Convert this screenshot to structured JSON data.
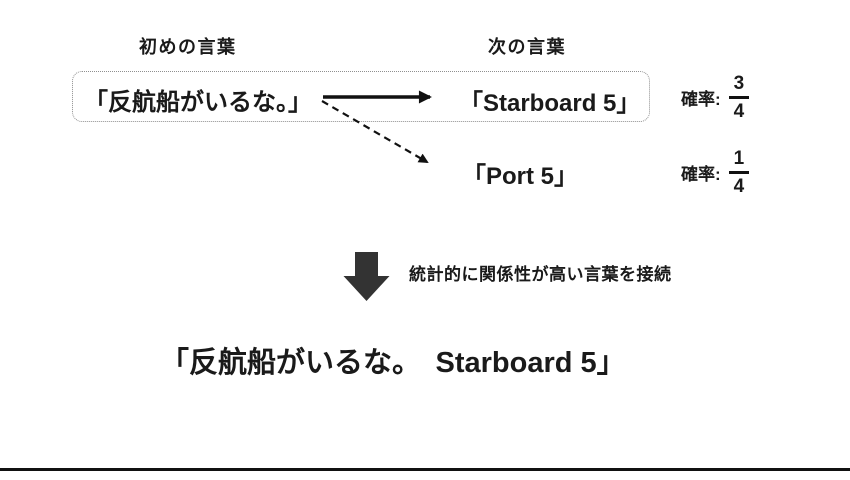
{
  "diagram": {
    "column_labels": {
      "first": "初めの言葉",
      "next": "次の言葉"
    },
    "first_word": "「反航船がいるな。」",
    "candidates": [
      {
        "word": "「Starboard 5」",
        "prob_label": "確率:",
        "numerator": "3",
        "denominator": "4"
      },
      {
        "word": "「Port 5」",
        "prob_label": "確率:",
        "numerator": "1",
        "denominator": "4"
      }
    ],
    "transition_note": "統計的に関係性が高い言葉を接続",
    "result": "「反航船がいるな。　Starboard 5」"
  },
  "icons": {
    "solid_arrow": "right-arrow",
    "dashed_arrow": "diagonal-dashed-arrow",
    "block_arrow": "down-block-arrow"
  },
  "colors": {
    "background": "#ffffff",
    "text": "#1a1a1a",
    "arrow": "#111111",
    "box_border": "#8f8f8f",
    "block_arrow": "#333333",
    "divider": "#111111"
  }
}
